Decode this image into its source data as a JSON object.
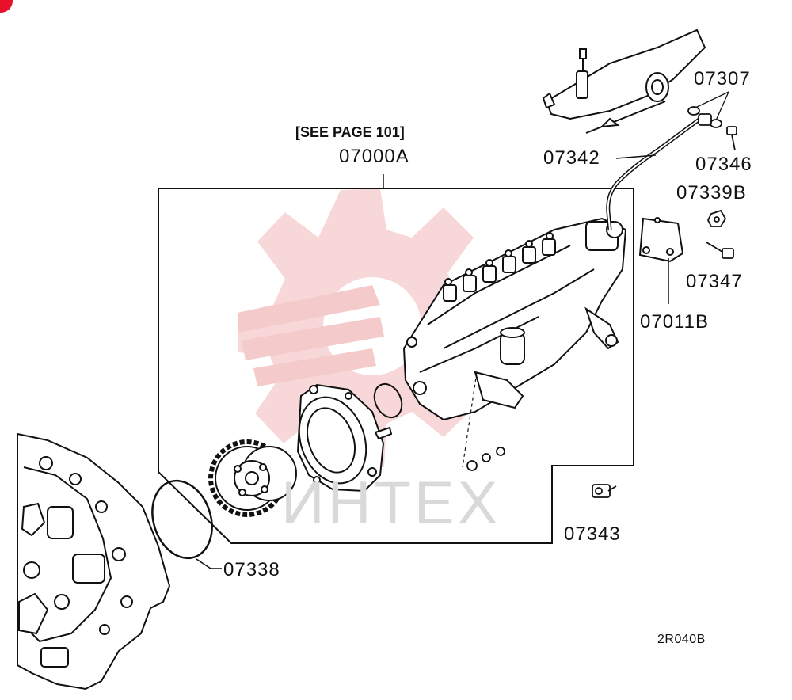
{
  "labels": {
    "see_page": "[SEE PAGE 101]",
    "assembly": "07000A",
    "clamp_gasket": "07307",
    "fuel_pipe": "07342",
    "bolt_top": "07346",
    "nut": "07339B",
    "bolt_mid": "07347",
    "bracket": "07011B",
    "eye_bolt": "07343",
    "o_ring": "07338"
  },
  "figure_code": "2R040B",
  "watermark": {
    "text": "ИНТЕХ",
    "gear_color": "#f3c8c8",
    "text_color": "#d9d9d9"
  },
  "colors": {
    "line": "#111111",
    "badge": "#e8102a"
  }
}
